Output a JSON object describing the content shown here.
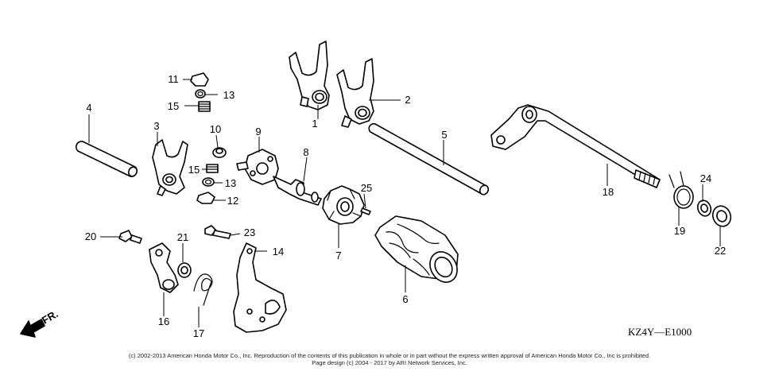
{
  "diagram": {
    "diagram_code": "KZ4Y—E1000",
    "direction_label": "FR.",
    "callouts": [
      "1",
      "2",
      "3",
      "4",
      "5",
      "6",
      "7",
      "8",
      "9",
      "10",
      "11",
      "12",
      "13",
      "13",
      "14",
      "15",
      "15",
      "16",
      "17",
      "18",
      "19",
      "20",
      "21",
      "22",
      "23",
      "24",
      "25"
    ]
  },
  "footer": {
    "line1": "(c) 2002-2013 American Honda Motor Co., Inc. Reproduction of the contents of this publication in whole or in part without the express written approval of American Honda Motor Co., Inc is prohibited.",
    "line2": "Page design (c) 2004 - 2017 by ARI Network Services, Inc."
  },
  "colors": {
    "line": "#000000",
    "background": "#ffffff"
  }
}
